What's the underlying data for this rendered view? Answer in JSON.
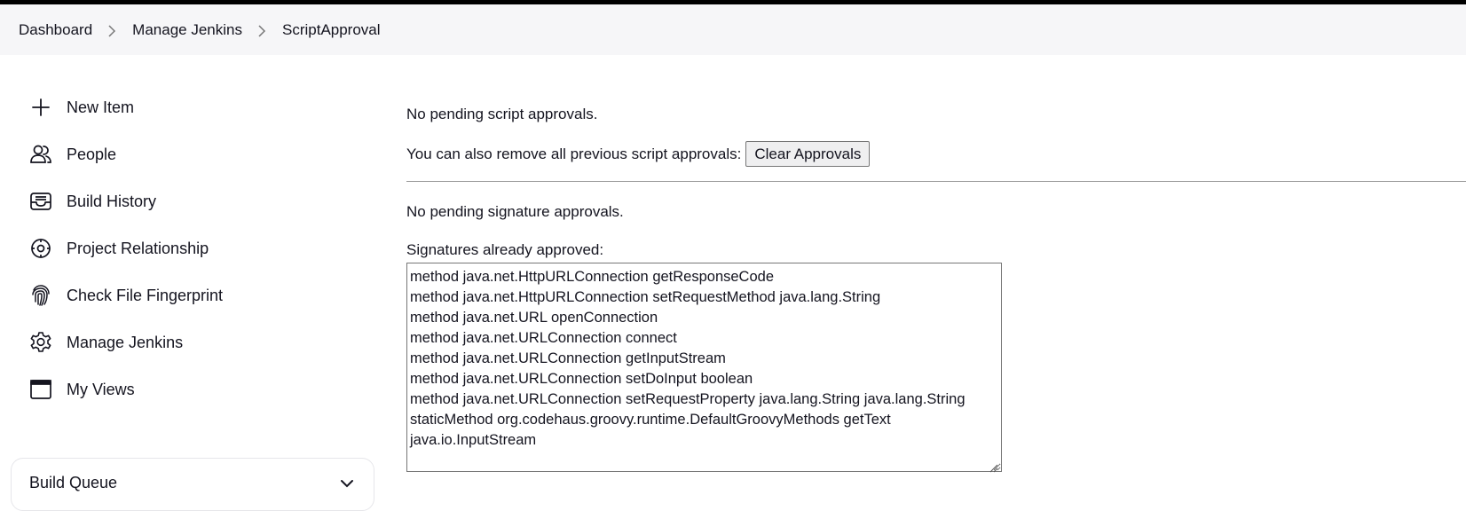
{
  "breadcrumb": {
    "items": [
      "Dashboard",
      "Manage Jenkins",
      "ScriptApproval"
    ]
  },
  "sidebar": {
    "tasks": [
      {
        "label": "New Item",
        "icon": "plus-icon"
      },
      {
        "label": "People",
        "icon": "people-icon"
      },
      {
        "label": "Build History",
        "icon": "inbox-icon"
      },
      {
        "label": "Project Relationship",
        "icon": "relationship-icon"
      },
      {
        "label": "Check File Fingerprint",
        "icon": "fingerprint-icon"
      },
      {
        "label": "Manage Jenkins",
        "icon": "gear-icon"
      },
      {
        "label": "My Views",
        "icon": "window-icon"
      }
    ],
    "build_queue": {
      "title": "Build Queue",
      "icon": "chevron-down-icon"
    }
  },
  "main": {
    "no_pending_scripts": "No pending script approvals.",
    "remove_prompt": "You can also remove all previous script approvals:",
    "clear_button": "Clear Approvals",
    "no_pending_signatures": "No pending signature approvals.",
    "signatures_label": "Signatures already approved:",
    "signatures_text": "method java.net.HttpURLConnection getResponseCode\nmethod java.net.HttpURLConnection setRequestMethod java.lang.String\nmethod java.net.URL openConnection\nmethod java.net.URLConnection connect\nmethod java.net.URLConnection getInputStream\nmethod java.net.URLConnection setDoInput boolean\nmethod java.net.URLConnection setRequestProperty java.lang.String java.lang.String\nstaticMethod org.codehaus.groovy.runtime.DefaultGroovyMethods getText\njava.io.InputStream"
  },
  "colors": {
    "topbar": "#000000",
    "breadcrumb_bg": "#f6f6f8",
    "text": "#14141f",
    "divider": "#9a9a9a"
  }
}
